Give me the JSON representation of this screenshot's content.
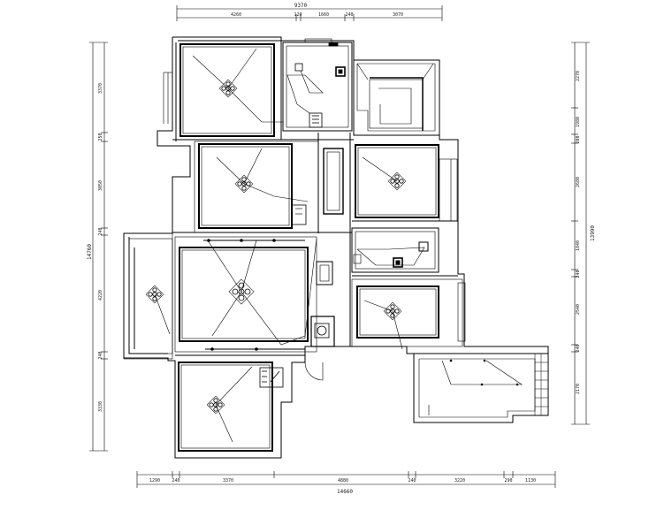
{
  "drawing": {
    "top_dimensions": {
      "total": "9370",
      "segments": [
        "4260",
        "120",
        "1660",
        "240",
        "3070"
      ]
    },
    "bottom_dimensions": {
      "total": "14660",
      "segments": [
        "1290",
        "240",
        "3370",
        "4880",
        "240",
        "3220",
        "290",
        "1130"
      ]
    },
    "left_dimensions": {
      "total": "14760",
      "segments": [
        "3370",
        "250",
        "3050",
        "240",
        "4220",
        "240",
        "3330"
      ]
    },
    "right_dimensions": {
      "total": "13990",
      "segments": [
        "2270",
        "1980",
        "200",
        "2680",
        "1840",
        "240",
        "2540",
        "240",
        "2170"
      ]
    }
  }
}
